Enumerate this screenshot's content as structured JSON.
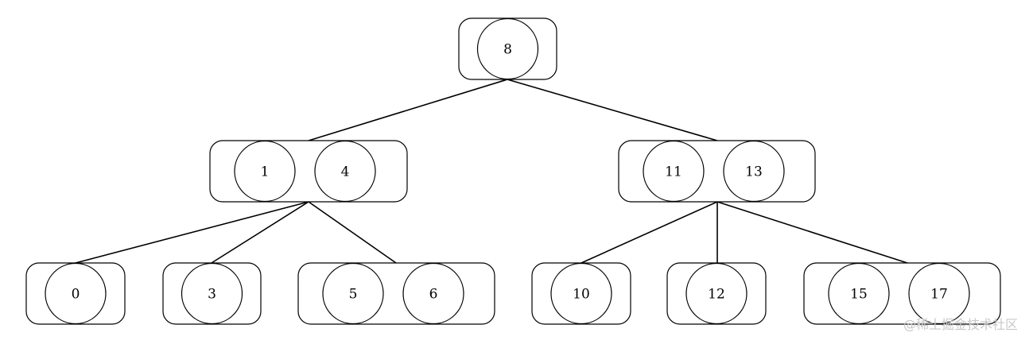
{
  "tree": {
    "nodes": [
      {
        "id": "root",
        "level": 0,
        "keys": [
          "8"
        ]
      },
      {
        "id": "left",
        "level": 1,
        "keys": [
          "1",
          "4"
        ]
      },
      {
        "id": "right",
        "level": 1,
        "keys": [
          "11",
          "13"
        ]
      },
      {
        "id": "leaf-0",
        "level": 2,
        "keys": [
          "0"
        ]
      },
      {
        "id": "leaf-3",
        "level": 2,
        "keys": [
          "3"
        ]
      },
      {
        "id": "leaf-56",
        "level": 2,
        "keys": [
          "5",
          "6"
        ]
      },
      {
        "id": "leaf-10",
        "level": 2,
        "keys": [
          "10"
        ]
      },
      {
        "id": "leaf-12",
        "level": 2,
        "keys": [
          "12"
        ]
      },
      {
        "id": "leaf-1517",
        "level": 2,
        "keys": [
          "15",
          "17"
        ]
      }
    ],
    "edges": [
      [
        "root",
        "left"
      ],
      [
        "root",
        "right"
      ],
      [
        "left",
        "leaf-0"
      ],
      [
        "left",
        "leaf-3"
      ],
      [
        "left",
        "leaf-56"
      ],
      [
        "right",
        "leaf-10"
      ],
      [
        "right",
        "leaf-12"
      ],
      [
        "right",
        "leaf-1517"
      ]
    ]
  },
  "watermark": "@稀土掘金技术社区"
}
